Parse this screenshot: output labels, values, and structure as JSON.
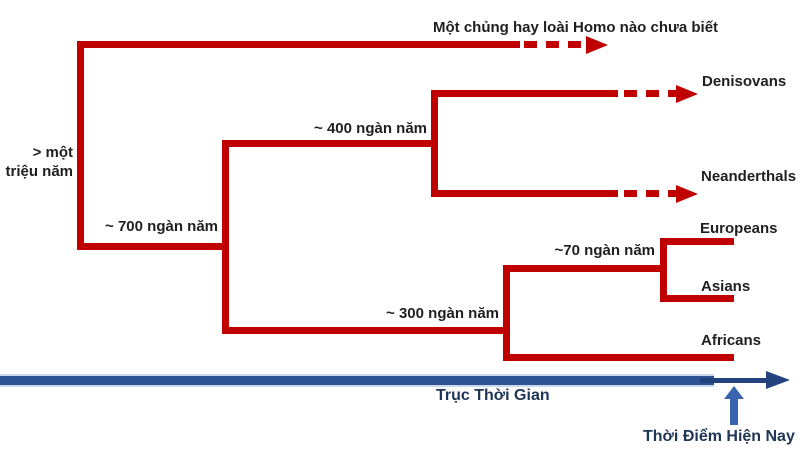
{
  "diagram_type": "phylogenetic-tree",
  "labels": {
    "unknown_homo": "Một chủng hay loài Homo nào chưa biết",
    "root_line1": "> một",
    "root_line2": "triệu năm",
    "split_700k": "~ 700 ngàn năm",
    "split_400k": "~ 400 ngàn năm",
    "split_300k": "~ 300 ngàn năm",
    "split_70k": "~70 ngàn năm",
    "denisovans": "Denisovans",
    "neanderthals": "Neanderthals",
    "europeans": "Europeans",
    "asians": "Asians",
    "africans": "Africans"
  },
  "timeline": {
    "axis_label": "Trục Thời Gian",
    "present_label": "Thời Điểm Hiện Nay"
  },
  "tree": {
    "root": {
      "label": "> một triệu năm",
      "children": [
        {
          "leaf": "Một chủng hay loài Homo nào chưa biết",
          "style": "dashed-arrow"
        },
        {
          "label": "~ 700 ngàn năm",
          "children": [
            {
              "label": "~ 400 ngàn năm",
              "children": [
                {
                  "leaf": "Denisovans",
                  "style": "dashed-arrow"
                },
                {
                  "leaf": "Neanderthals",
                  "style": "dashed-arrow"
                }
              ]
            },
            {
              "label": "~ 300 ngàn năm",
              "children": [
                {
                  "label": "~70 ngàn năm",
                  "children": [
                    {
                      "leaf": "Europeans",
                      "style": "solid"
                    },
                    {
                      "leaf": "Asians",
                      "style": "solid"
                    }
                  ]
                },
                {
                  "leaf": "Africans",
                  "style": "solid"
                }
              ]
            }
          ]
        }
      ]
    }
  },
  "colors": {
    "branch_red": "#C00000",
    "axis_blue": "#2E5395",
    "axis_dark": "#24427E",
    "arrow_blue": "#3A64AE",
    "text_dark": "#1F1F1F",
    "timeline_text": "#203656"
  }
}
